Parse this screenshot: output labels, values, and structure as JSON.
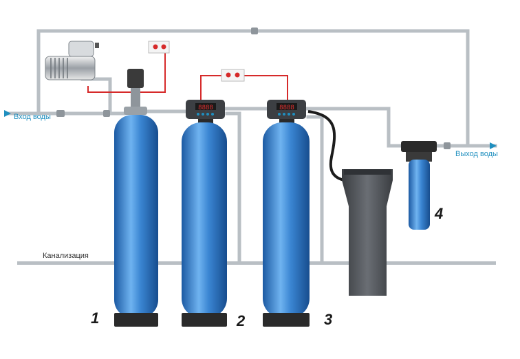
{
  "labels": {
    "inlet": "Вход воды",
    "outlet": "Выход воды",
    "drain": "Канализация"
  },
  "units": [
    {
      "number": "1",
      "role": "aeration-tank"
    },
    {
      "number": "2",
      "role": "filter-with-control-valve"
    },
    {
      "number": "3",
      "role": "softener-with-control-valve"
    },
    {
      "number": "4",
      "role": "cartridge-filter"
    }
  ],
  "controllers": [
    {
      "unit": "2",
      "display": "8888"
    },
    {
      "unit": "3",
      "display": "8888"
    }
  ],
  "colors": {
    "pipe": "#b9bfc4",
    "tank_blue": "#2f77c6",
    "tank_highlight": "#6fb3f0",
    "tank_base": "#2a2a2a",
    "wire": "#d62a2a",
    "brine_tank": "#4f5257",
    "arrow": "#1f8fbf",
    "display": "#e23030"
  },
  "icons": [
    "compressor-icon",
    "power-socket-icon",
    "arrow-right-icon"
  ]
}
